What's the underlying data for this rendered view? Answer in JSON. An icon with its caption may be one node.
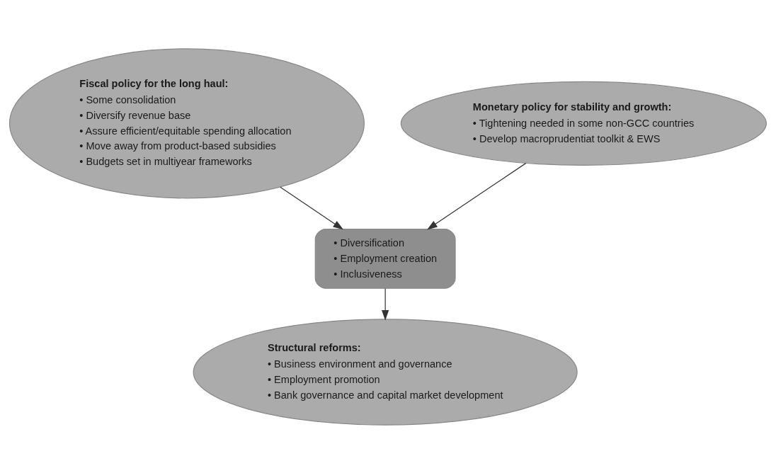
{
  "diagram": {
    "nodes": [
      {
        "text": [
          "Fiscal policy for the long haul:",
          "• Some consolidation",
          "• Diversify revenue base",
          "• Assure efficient/equitable spending allocation",
          "• Move away from product-based subsidies",
          "• Budgets set in multiyear frameworks"
        ]
      },
      {
        "text": [
          "Monetary policy for stability and growth:",
          "• Tightening needed in some non-GCC countries",
          "• Develop macroprudentiat toolkit & EWS"
        ]
      },
      {
        "text": [
          "• Diversification",
          "• Employment creation",
          "• Inclusiveness"
        ]
      },
      {
        "text": [
          "Structural reforms:",
          "• Business environment and governance",
          "• Employment promotion",
          "• Bank governance and capital market development"
        ]
      }
    ],
    "edges": [
      {
        "from": 0,
        "to": 2,
        "arrow": "to"
      },
      {
        "from": 1,
        "to": 2,
        "arrow": "to"
      },
      {
        "from": 2,
        "to": 3,
        "arrow": "to"
      }
    ]
  }
}
